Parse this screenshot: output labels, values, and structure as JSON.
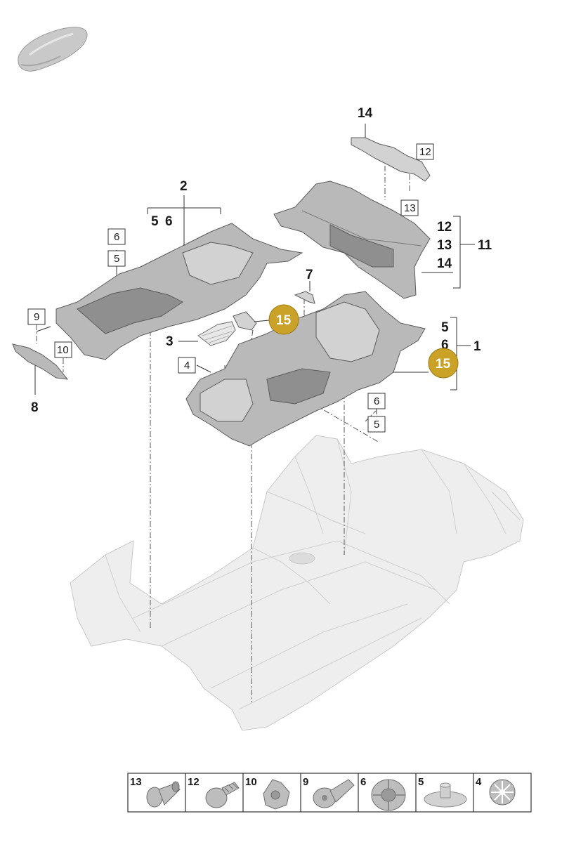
{
  "callouts": {
    "c14": "14",
    "c2": "2",
    "c5a": "5",
    "c6a": "6",
    "c12": "12",
    "c13": "13",
    "c11": "11",
    "c14b": "14",
    "c7": "7",
    "c3": "3",
    "c5b": "5",
    "c6b": "6",
    "c1": "1",
    "c8": "8"
  },
  "boxed_labels": {
    "b12": "12",
    "b13": "13",
    "b6a": "6",
    "b5a": "5",
    "b9": "9",
    "b10": "10",
    "b4": "4",
    "b6b": "6",
    "b5b": "5"
  },
  "highlight_badges": {
    "h1": "15",
    "h2": "15"
  },
  "legend": {
    "items": [
      {
        "num": "13",
        "icon": "push-rivet-icon"
      },
      {
        "num": "12",
        "icon": "expansion-clip-icon"
      },
      {
        "num": "10",
        "icon": "retaining-clip-icon"
      },
      {
        "num": "9",
        "icon": "fastener-pin-icon"
      },
      {
        "num": "6",
        "icon": "fastening-disc-icon"
      },
      {
        "num": "5",
        "icon": "spreader-nut-icon"
      },
      {
        "num": "4",
        "icon": "star-washer-icon"
      }
    ]
  },
  "colors": {
    "highlight": "#c9a227",
    "part_grey": "#b9b9b9",
    "body_grey": "#eeeeee"
  }
}
